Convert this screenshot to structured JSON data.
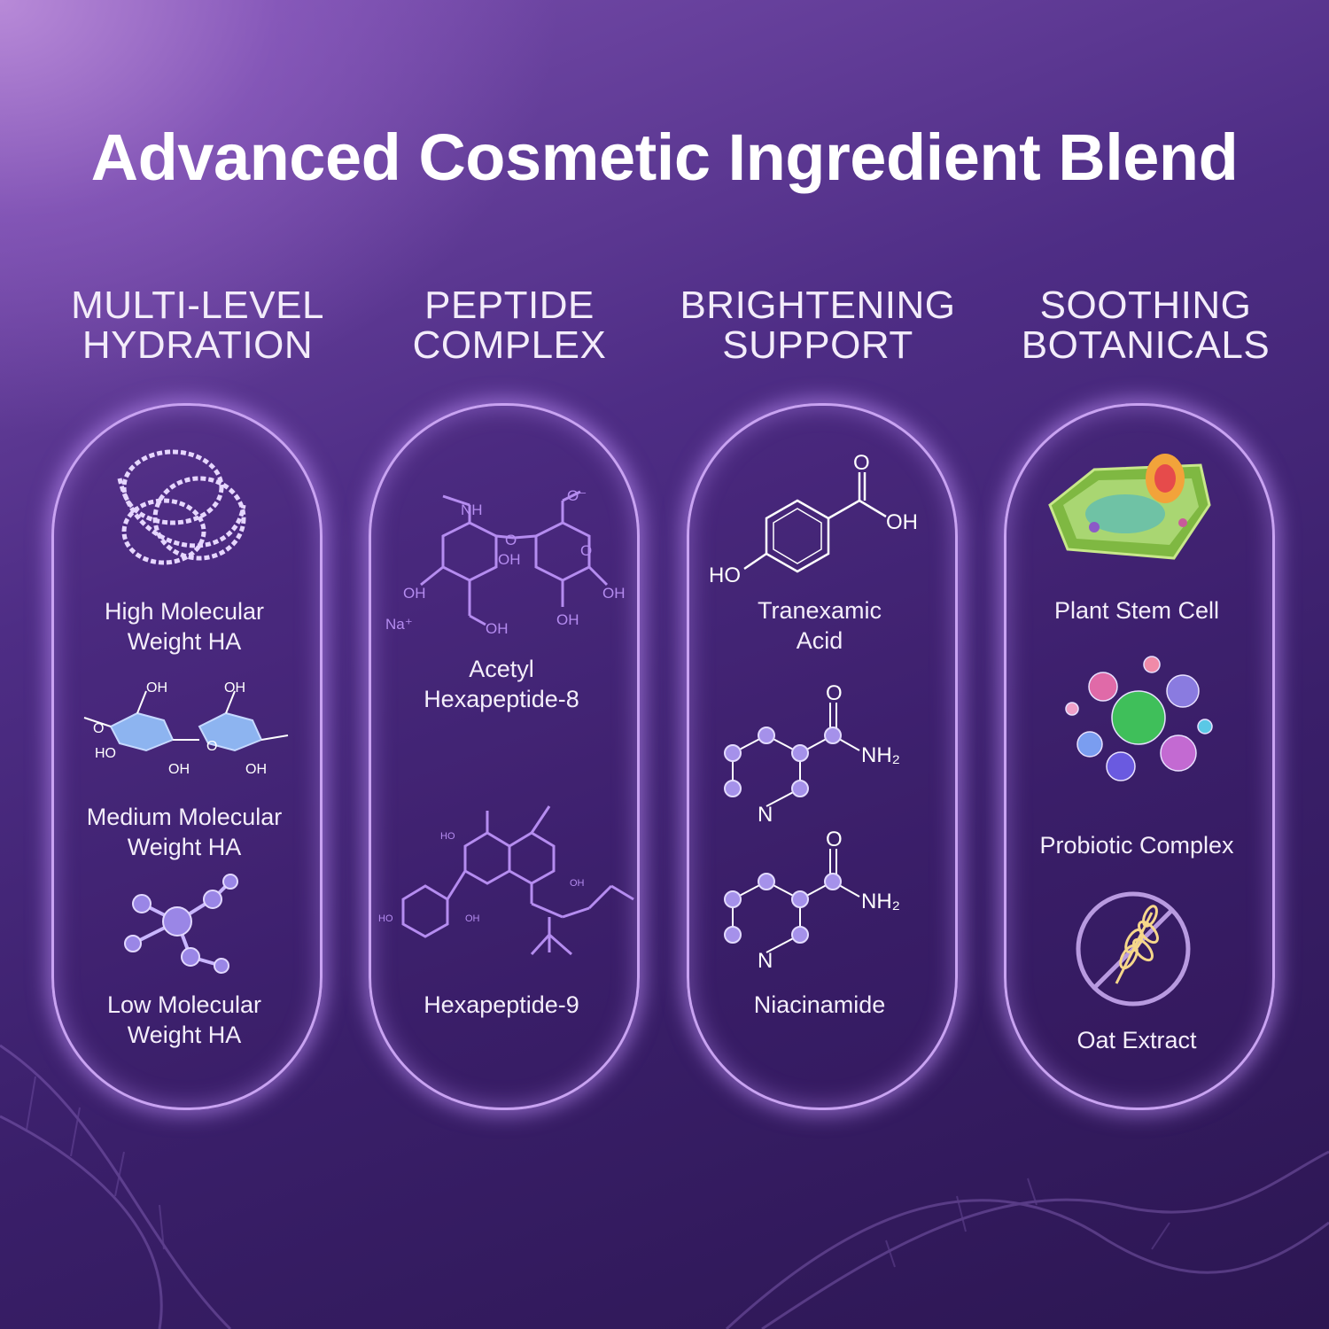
{
  "title": "Advanced Cosmetic Ingredient Blend",
  "columns": [
    {
      "heading": [
        "MULTI-LEVEL",
        "HYDRATION"
      ],
      "items": [
        {
          "label": [
            "High Molecular",
            "Weight HA"
          ],
          "icon": "molecule-chain-icon"
        },
        {
          "label": [
            "Medium Molecular",
            "Weight HA"
          ],
          "icon": "sugar-ring-structure-icon"
        },
        {
          "label": [
            "Low Molecular",
            "Weight HA"
          ],
          "icon": "molecule-cluster-icon"
        }
      ]
    },
    {
      "heading": [
        "PEPTIDE",
        "COMPLEX"
      ],
      "items": [
        {
          "label": [
            "Acetyl",
            "Hexapeptide-8"
          ],
          "icon": "peptide-structure-icon"
        },
        {
          "label": [
            "Hexapeptide-9"
          ],
          "icon": "flavonoid-structure-icon"
        }
      ]
    },
    {
      "heading": [
        "BRIGHTENING",
        "SUPPORT"
      ],
      "items": [
        {
          "label": [
            "Tranexamic",
            "Acid"
          ],
          "icon": "benzoic-acid-structure-icon"
        },
        {
          "label": [
            "Niacinamide"
          ],
          "icon": "niacinamide-structure-icon"
        }
      ]
    },
    {
      "heading": [
        "SOOTHING",
        "BOTANICALS"
      ],
      "items": [
        {
          "label": [
            "Plant Stem Cell"
          ],
          "icon": "plant-cell-icon"
        },
        {
          "label": [
            "Probiotic Complex"
          ],
          "icon": "microbes-icon"
        },
        {
          "label": [
            "Oat Extract"
          ],
          "icon": "oat-no-gluten-icon"
        }
      ]
    }
  ],
  "chem": {
    "o": "O",
    "oh": "OH",
    "ho": "HO",
    "nh2": "NH₂",
    "n": "N",
    "na": "Na⁺",
    "nh": "NH",
    "ominus": "O⁻"
  },
  "colors": {
    "accent": "#c9a3f2",
    "glow": "#b98cff",
    "bg_dark": "#2c1652",
    "bg_light": "#b88ad8"
  }
}
